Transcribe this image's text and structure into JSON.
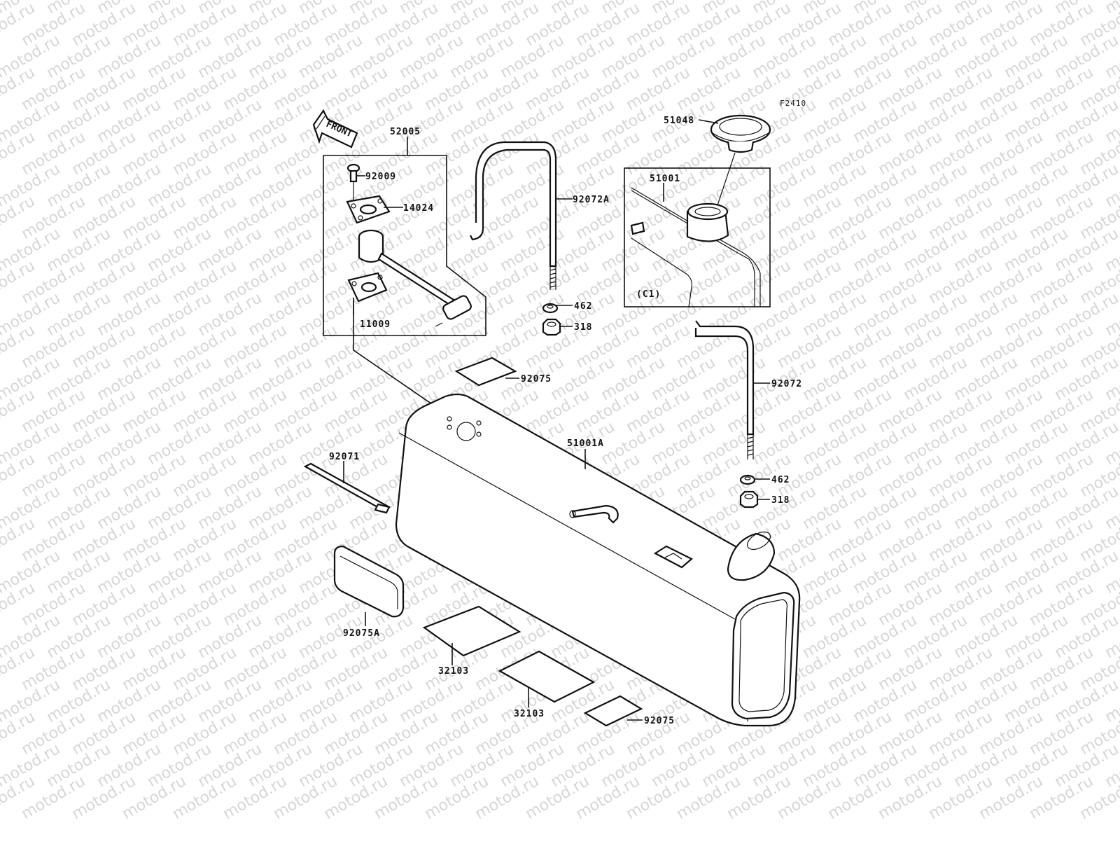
{
  "watermark": "motod.ru",
  "figure_code": "F2410",
  "front_label": "FRONT",
  "inset_label": "(C1)",
  "part_labels": {
    "p52005": "52005",
    "p92009": "92009",
    "p14024": "14024",
    "p11009": "11009",
    "p92072A": "92072A",
    "p462_top": "462",
    "p318_top": "318",
    "p92075_top": "92075",
    "p51048": "51048",
    "p51001": "51001",
    "p92072": "92072",
    "p462_bot": "462",
    "p318_bot": "318",
    "p51001A": "51001A",
    "p92071": "92071",
    "p92075A": "92075A",
    "p32103_a": "32103",
    "p32103_b": "32103",
    "p92075_bot": "92075"
  }
}
